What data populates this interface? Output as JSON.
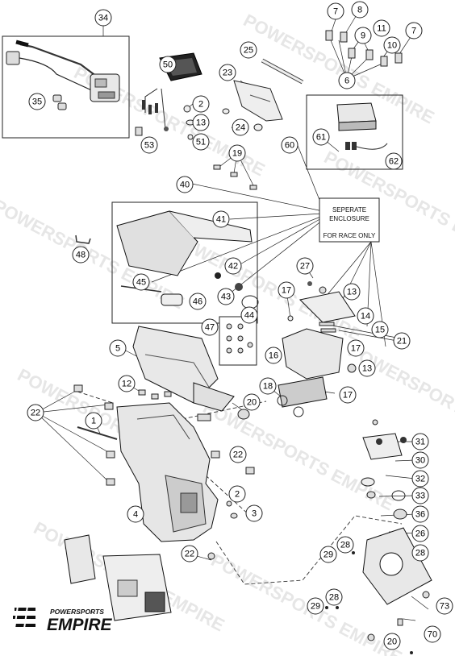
{
  "watermark": "POWERSPORTS EMPIRE",
  "note_box": {
    "line1": "SEPERATE",
    "line2": "ENCLOSURE",
    "line3": "FOR RACE ONLY"
  },
  "logo": {
    "top": "POWERSPORTS",
    "main": "EMPIRE"
  },
  "callouts": [
    {
      "id": "c34",
      "label": "34"
    },
    {
      "id": "c7a",
      "label": "7"
    },
    {
      "id": "c8",
      "label": "8"
    },
    {
      "id": "c9",
      "label": "9"
    },
    {
      "id": "c11",
      "label": "11"
    },
    {
      "id": "c10",
      "label": "10"
    },
    {
      "id": "c7b",
      "label": "7"
    },
    {
      "id": "c6",
      "label": "6"
    },
    {
      "id": "c25",
      "label": "25"
    },
    {
      "id": "c50",
      "label": "50"
    },
    {
      "id": "c23",
      "label": "23"
    },
    {
      "id": "c35",
      "label": "35"
    },
    {
      "id": "c2a",
      "label": "2"
    },
    {
      "id": "c13a",
      "label": "13"
    },
    {
      "id": "c24",
      "label": "24"
    },
    {
      "id": "c53",
      "label": "53"
    },
    {
      "id": "c51",
      "label": "51"
    },
    {
      "id": "c60",
      "label": "60"
    },
    {
      "id": "c61",
      "label": "61"
    },
    {
      "id": "c19",
      "label": "19"
    },
    {
      "id": "c62",
      "label": "62"
    },
    {
      "id": "c40",
      "label": "40"
    },
    {
      "id": "c41",
      "label": "41"
    },
    {
      "id": "c48",
      "label": "48"
    },
    {
      "id": "c42",
      "label": "42"
    },
    {
      "id": "c27",
      "label": "27"
    },
    {
      "id": "c45",
      "label": "45"
    },
    {
      "id": "c43",
      "label": "43"
    },
    {
      "id": "c13b",
      "label": "13"
    },
    {
      "id": "c46",
      "label": "46"
    },
    {
      "id": "c17a",
      "label": "17"
    },
    {
      "id": "c44",
      "label": "44"
    },
    {
      "id": "c14",
      "label": "14"
    },
    {
      "id": "c47",
      "label": "47"
    },
    {
      "id": "c15",
      "label": "15"
    },
    {
      "id": "c21",
      "label": "21"
    },
    {
      "id": "c5",
      "label": "5"
    },
    {
      "id": "c17b",
      "label": "17"
    },
    {
      "id": "c16",
      "label": "16"
    },
    {
      "id": "c13c",
      "label": "13"
    },
    {
      "id": "c12",
      "label": "12"
    },
    {
      "id": "c18",
      "label": "18"
    },
    {
      "id": "c17c",
      "label": "17"
    },
    {
      "id": "c20a",
      "label": "20"
    },
    {
      "id": "c22a",
      "label": "22"
    },
    {
      "id": "c1",
      "label": "1"
    },
    {
      "id": "c31",
      "label": "31"
    },
    {
      "id": "c22b",
      "label": "22"
    },
    {
      "id": "c30",
      "label": "30"
    },
    {
      "id": "c32",
      "label": "32"
    },
    {
      "id": "c33",
      "label": "33"
    },
    {
      "id": "c2b",
      "label": "2"
    },
    {
      "id": "c4",
      "label": "4"
    },
    {
      "id": "c3",
      "label": "3"
    },
    {
      "id": "c36",
      "label": "36"
    },
    {
      "id": "c26",
      "label": "26"
    },
    {
      "id": "c28a",
      "label": "28"
    },
    {
      "id": "c22c",
      "label": "22"
    },
    {
      "id": "c29a",
      "label": "29"
    },
    {
      "id": "c28b",
      "label": "28"
    },
    {
      "id": "c28c",
      "label": "28"
    },
    {
      "id": "c29b",
      "label": "29"
    },
    {
      "id": "c73",
      "label": "73"
    },
    {
      "id": "c70",
      "label": "70"
    },
    {
      "id": "c20b",
      "label": "20"
    }
  ]
}
